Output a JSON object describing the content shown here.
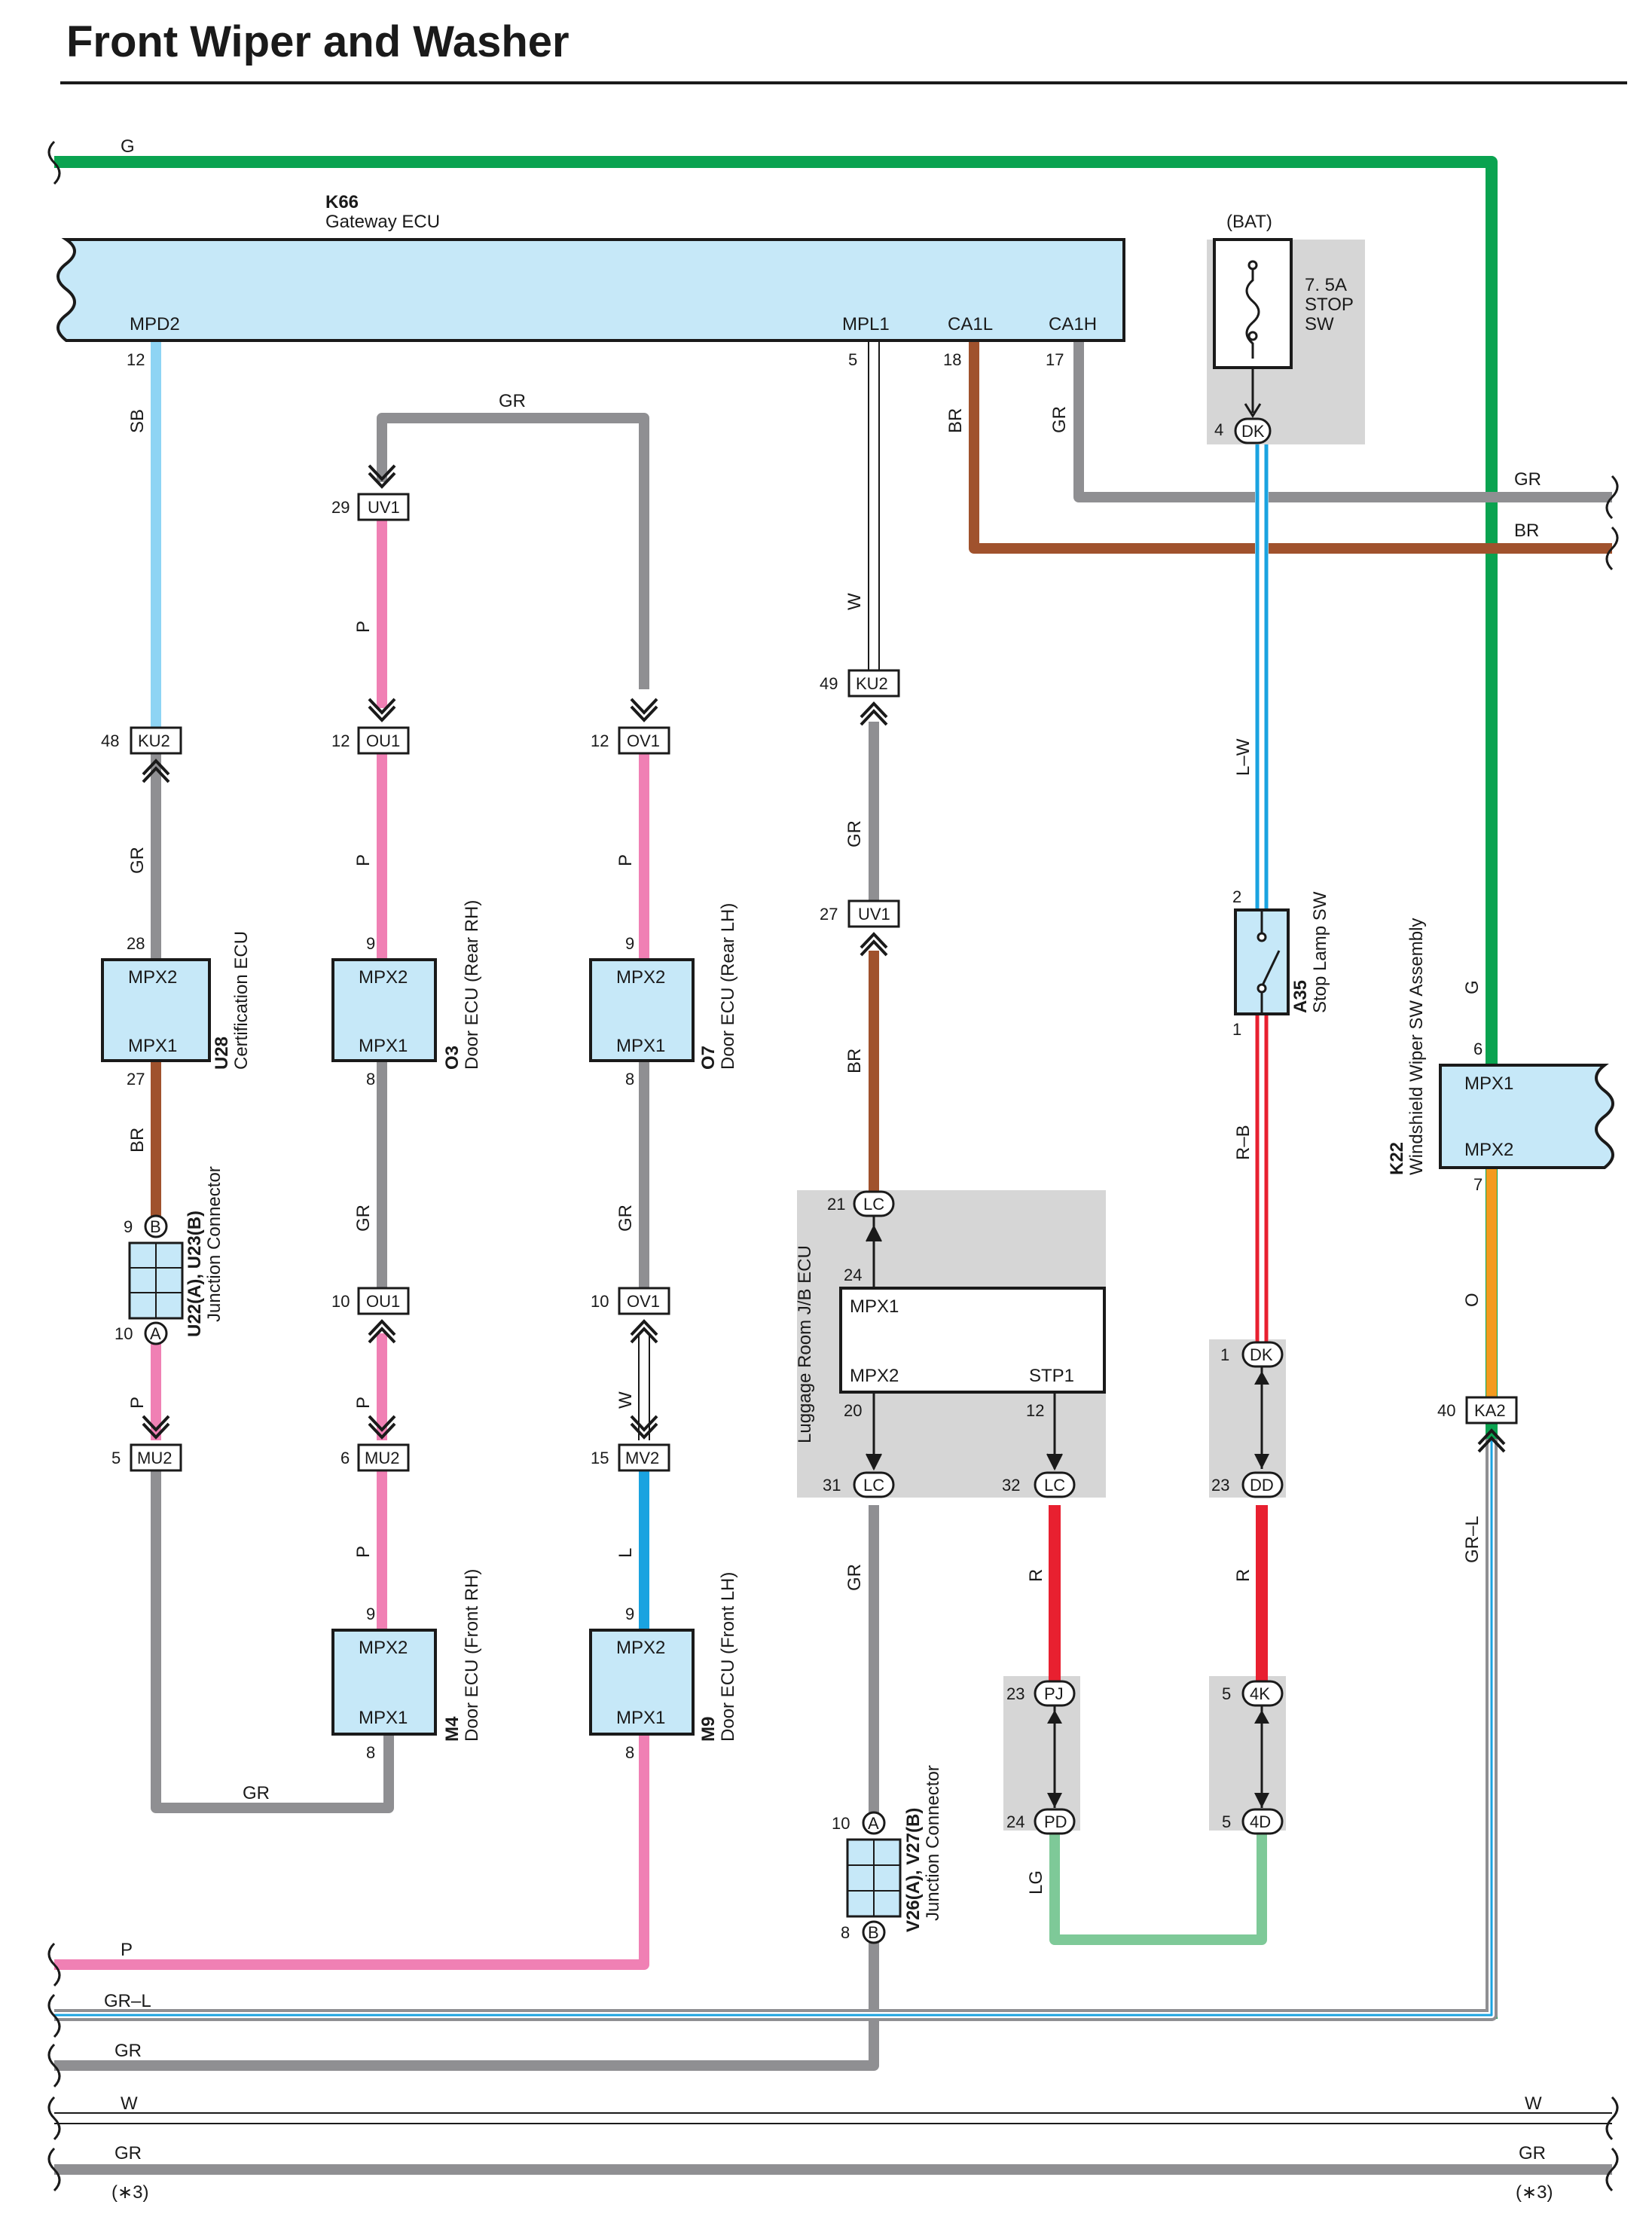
{
  "title": "Front Wiper and Washer",
  "colors": {
    "G": "#0aa350",
    "SB": "#8ed4f4",
    "GR": "#8f8f92",
    "P": "#f080b4",
    "BR": "#a0522d",
    "W": "#ffffff",
    "L": "#1aa3e0",
    "LW": "#1aa3e0",
    "RB": "#e82030",
    "R": "#e82030",
    "LG": "#7ec998",
    "O": "#f39a1e",
    "GRL": "#8f8f92",
    "ecu_fill": "#c6e8f8",
    "shade": "#d6d6d6",
    "outline": "#1a1a1a"
  },
  "gateway": {
    "code": "K66",
    "name": "Gateway ECU",
    "terminals": [
      "MPD2",
      "MPL1",
      "CA1L",
      "CA1H"
    ],
    "pins": [
      "12",
      "5",
      "18",
      "17"
    ]
  },
  "fuse": {
    "source": "(BAT)",
    "rating": "7. 5A",
    "line1": "STOP",
    "line2": "SW",
    "pin": "4",
    "conn": "DK"
  },
  "wires": {
    "g_top": "G",
    "sb": "SB",
    "gr_top": "GR",
    "br": "BR",
    "gr_loop": "GR",
    "w": "W",
    "lw": "L–W",
    "gr_right": "GR",
    "br_right": "BR",
    "p1": "P",
    "p2": "P",
    "p3": "P",
    "p4": "P",
    "p5": "P",
    "p6": "P",
    "gr1": "GR",
    "gr2": "GR",
    "gr3": "GR",
    "gr4": "GR",
    "gr5": "GR",
    "br2": "BR",
    "br3": "BR",
    "w2": "W",
    "l": "L",
    "rb": "R–B",
    "r1": "R",
    "r2": "R",
    "lg": "LG",
    "o": "O",
    "grl": "GR–L",
    "g_right": "G",
    "gr_bottom_loop": "GR"
  },
  "connectors": {
    "ku2_48": {
      "pin": "48",
      "code": "KU2"
    },
    "uv1_29": {
      "pin": "29",
      "code": "UV1"
    },
    "ou1_12": {
      "pin": "12",
      "code": "OU1"
    },
    "ov1_12": {
      "pin": "12",
      "code": "OV1"
    },
    "ku2_49": {
      "pin": "49",
      "code": "KU2"
    },
    "uv1_27": {
      "pin": "27",
      "code": "UV1"
    },
    "ou1_10": {
      "pin": "10",
      "code": "OU1"
    },
    "ov1_10": {
      "pin": "10",
      "code": "OV1"
    },
    "mu2_5": {
      "pin": "5",
      "code": "MU2"
    },
    "mu2_6": {
      "pin": "6",
      "code": "MU2"
    },
    "mv2_15": {
      "pin": "15",
      "code": "MV2"
    },
    "ka2_40": {
      "pin": "40",
      "code": "KA2"
    },
    "lc_21": {
      "pin": "21",
      "code": "LC"
    },
    "lc_31": {
      "pin": "31",
      "code": "LC"
    },
    "lc_32": {
      "pin": "32",
      "code": "LC"
    },
    "dk_1": {
      "pin": "1",
      "code": "DK"
    },
    "dd_23": {
      "pin": "23",
      "code": "DD"
    },
    "pj_23": {
      "pin": "23",
      "code": "PJ"
    },
    "pd_24": {
      "pin": "24",
      "code": "PD"
    },
    "k4_5": {
      "pin": "5",
      "code": "4K"
    },
    "d4_5": {
      "pin": "5",
      "code": "4D"
    }
  },
  "ecus": {
    "u28": {
      "code": "U28",
      "name": "Certification ECU",
      "top": "MPX2",
      "bottom": "MPX1",
      "pin_top": "28",
      "pin_bottom": "27"
    },
    "o3": {
      "code": "O3",
      "name": "Door ECU (Rear RH)",
      "top": "MPX2",
      "bottom": "MPX1",
      "pin_top": "9",
      "pin_bottom": "8"
    },
    "o7": {
      "code": "O7",
      "name": "Door ECU (Rear LH)",
      "top": "MPX2",
      "bottom": "MPX1",
      "pin_top": "9",
      "pin_bottom": "8"
    },
    "m4": {
      "code": "M4",
      "name": "Door ECU (Front RH)",
      "top": "MPX2",
      "bottom": "MPX1",
      "pin_top": "9",
      "pin_bottom": "8"
    },
    "m9": {
      "code": "M9",
      "name": "Door ECU (Front LH)",
      "top": "MPX2",
      "bottom": "MPX1",
      "pin_top": "9",
      "pin_bottom": "8"
    },
    "k22": {
      "code": "K22",
      "name": "Windshield Wiper SW Assembly",
      "top": "MPX1",
      "bottom": "MPX2",
      "pin_top": "6",
      "pin_bottom": "7"
    }
  },
  "jb": {
    "name": "Luggage Room J/B ECU",
    "t1": "MPX1",
    "t2": "MPX2",
    "t3": "STP1",
    "pin24": "24",
    "pin20": "20",
    "pin12": "12"
  },
  "junction1": {
    "codes": "U22(A), U23(B)",
    "name": "Junction Connector",
    "pin_b": "9",
    "pin_a": "10",
    "label_b": "B",
    "label_a": "A"
  },
  "junction2": {
    "codes": "V26(A), V27(B)",
    "name": "Junction Connector",
    "pin_a": "10",
    "pin_b": "8",
    "label_a": "A",
    "label_b": "B"
  },
  "stop_sw": {
    "code": "A35",
    "name": "Stop Lamp SW",
    "pin_top": "2",
    "pin_bottom": "1"
  },
  "bottom": {
    "p": "P",
    "grl": "GR–L",
    "gr": "GR",
    "w_left": "W",
    "w_right": "W",
    "gr_left": "GR",
    "gr_right": "GR",
    "note_left": "(∗3)",
    "note_right": "(∗3)"
  }
}
